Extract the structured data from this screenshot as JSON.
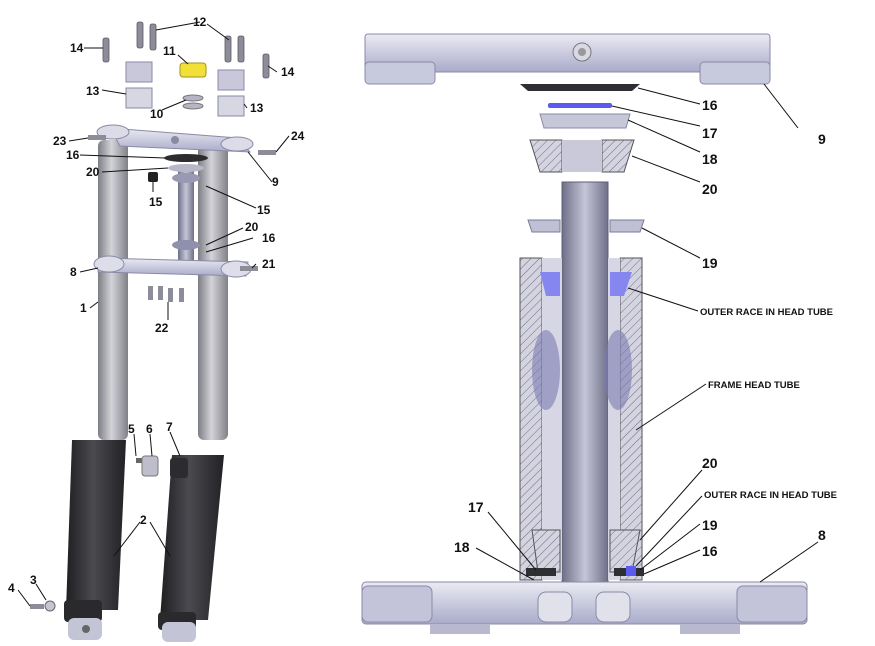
{
  "diagram": {
    "left_view": {
      "callouts": {
        "c1": "1",
        "c2": "2",
        "c3": "3",
        "c4": "4",
        "c5": "5",
        "c6": "6",
        "c7": "7",
        "c8": "8",
        "c9": "9",
        "c10": "10",
        "c11": "11",
        "c12": "12",
        "c13a": "13",
        "c13b": "13",
        "c14a": "14",
        "c14b": "14",
        "c15a": "15",
        "c15b": "15",
        "c16a": "16",
        "c16b": "16",
        "c20a": "20",
        "c20b": "20",
        "c21": "21",
        "c22": "22",
        "c23": "23",
        "c24": "24"
      }
    },
    "right_view": {
      "callouts": {
        "c9": "9",
        "c16a": "16",
        "c17a": "17",
        "c18a": "18",
        "c20a": "20",
        "c19a": "19",
        "c20b": "20",
        "c17b": "17",
        "c18b": "18",
        "c19b": "19",
        "c16b": "16",
        "c8": "8"
      },
      "notes": {
        "outer_race_top": "OUTER RACE IN HEAD TUBE",
        "frame_head_tube": "FRAME HEAD TUBE",
        "outer_race_bottom": "OUTER RACE IN HEAD TUBE"
      }
    }
  },
  "colors": {
    "clamp": "#c7c9d9",
    "clamp_shade": "#9a9ccb",
    "tube": "#9b9ba2",
    "tube_light": "#c9c9cf",
    "slider": "#3d3d40",
    "bearing_blue": "#8686f0",
    "section_fill": "#cfcfdc",
    "hatch": "#8a8aa0",
    "badge": "#f2e038"
  }
}
